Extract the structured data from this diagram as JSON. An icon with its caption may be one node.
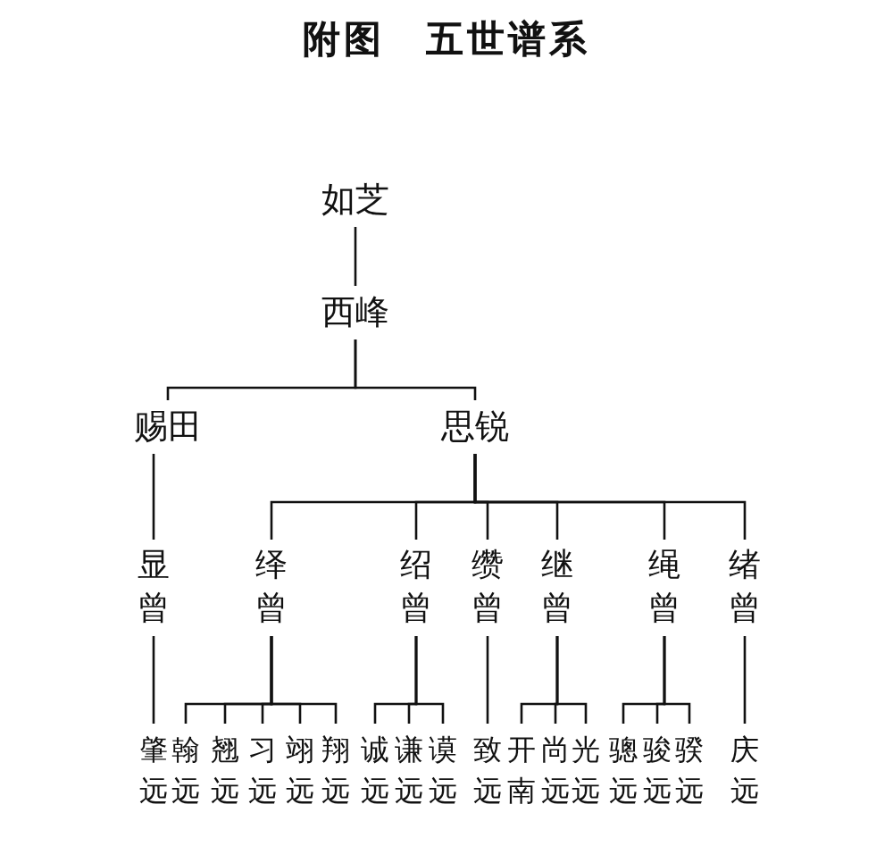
{
  "diagram": {
    "title": "附图　五世谱系",
    "nodes": [
      {
        "text": [
          "如芝"
        ]
      },
      {
        "text": [
          "西峰"
        ]
      },
      {
        "text": [
          "赐田"
        ]
      },
      {
        "text": [
          "思锐"
        ]
      },
      {
        "text": [
          "显曾"
        ]
      },
      {
        "text": [
          "绎曾"
        ]
      },
      {
        "text": [
          "绍曾"
        ]
      },
      {
        "text": [
          "缵曾"
        ]
      },
      {
        "text": [
          "继曾"
        ]
      },
      {
        "text": [
          "绳曾"
        ]
      },
      {
        "text": [
          "绪曾"
        ]
      },
      {
        "text": [
          "肇远"
        ]
      },
      {
        "text": [
          "翰远"
        ]
      },
      {
        "text": [
          "翘远"
        ]
      },
      {
        "text": [
          "习远"
        ]
      },
      {
        "text": [
          "翊远"
        ]
      },
      {
        "text": [
          "翔远"
        ]
      },
      {
        "text": [
          "诚远"
        ]
      },
      {
        "text": [
          "谦远"
        ]
      },
      {
        "text": [
          "谟远"
        ]
      },
      {
        "text": [
          "致远"
        ]
      },
      {
        "text": [
          "开南"
        ]
      },
      {
        "text": [
          "尚远"
        ]
      },
      {
        "text": [
          "光远"
        ]
      },
      {
        "text": [
          "骢远"
        ]
      },
      {
        "text": [
          "骏远"
        ]
      },
      {
        "text": [
          "骙远"
        ]
      },
      {
        "text": [
          "庆远"
        ]
      }
    ],
    "edges": [
      {
        "from": 0,
        "to": 1,
        "arrow": "none"
      },
      {
        "from": 1,
        "to": 2,
        "arrow": "none"
      },
      {
        "from": 1,
        "to": 3,
        "arrow": "none"
      },
      {
        "from": 2,
        "to": 4,
        "arrow": "none"
      },
      {
        "from": 3,
        "to": 5,
        "arrow": "none"
      },
      {
        "from": 3,
        "to": 6,
        "arrow": "none"
      },
      {
        "from": 3,
        "to": 7,
        "arrow": "none"
      },
      {
        "from": 3,
        "to": 8,
        "arrow": "none"
      },
      {
        "from": 3,
        "to": 9,
        "arrow": "none"
      },
      {
        "from": 3,
        "to": 10,
        "arrow": "none"
      },
      {
        "from": 4,
        "to": 11,
        "arrow": "none"
      },
      {
        "from": 5,
        "to": 12,
        "arrow": "none"
      },
      {
        "from": 5,
        "to": 13,
        "arrow": "none"
      },
      {
        "from": 5,
        "to": 14,
        "arrow": "none"
      },
      {
        "from": 5,
        "to": 15,
        "arrow": "none"
      },
      {
        "from": 5,
        "to": 16,
        "arrow": "none"
      },
      {
        "from": 6,
        "to": 17,
        "arrow": "none"
      },
      {
        "from": 6,
        "to": 18,
        "arrow": "none"
      },
      {
        "from": 6,
        "to": 19,
        "arrow": "none"
      },
      {
        "from": 7,
        "to": 20,
        "arrow": "none"
      },
      {
        "from": 8,
        "to": 21,
        "arrow": "none"
      },
      {
        "from": 8,
        "to": 22,
        "arrow": "none"
      },
      {
        "from": 8,
        "to": 23,
        "arrow": "none"
      },
      {
        "from": 9,
        "to": 24,
        "arrow": "none"
      },
      {
        "from": 9,
        "to": 25,
        "arrow": "none"
      },
      {
        "from": 9,
        "to": 26,
        "arrow": "none"
      },
      {
        "from": 10,
        "to": 27,
        "arrow": "none"
      }
    ]
  }
}
